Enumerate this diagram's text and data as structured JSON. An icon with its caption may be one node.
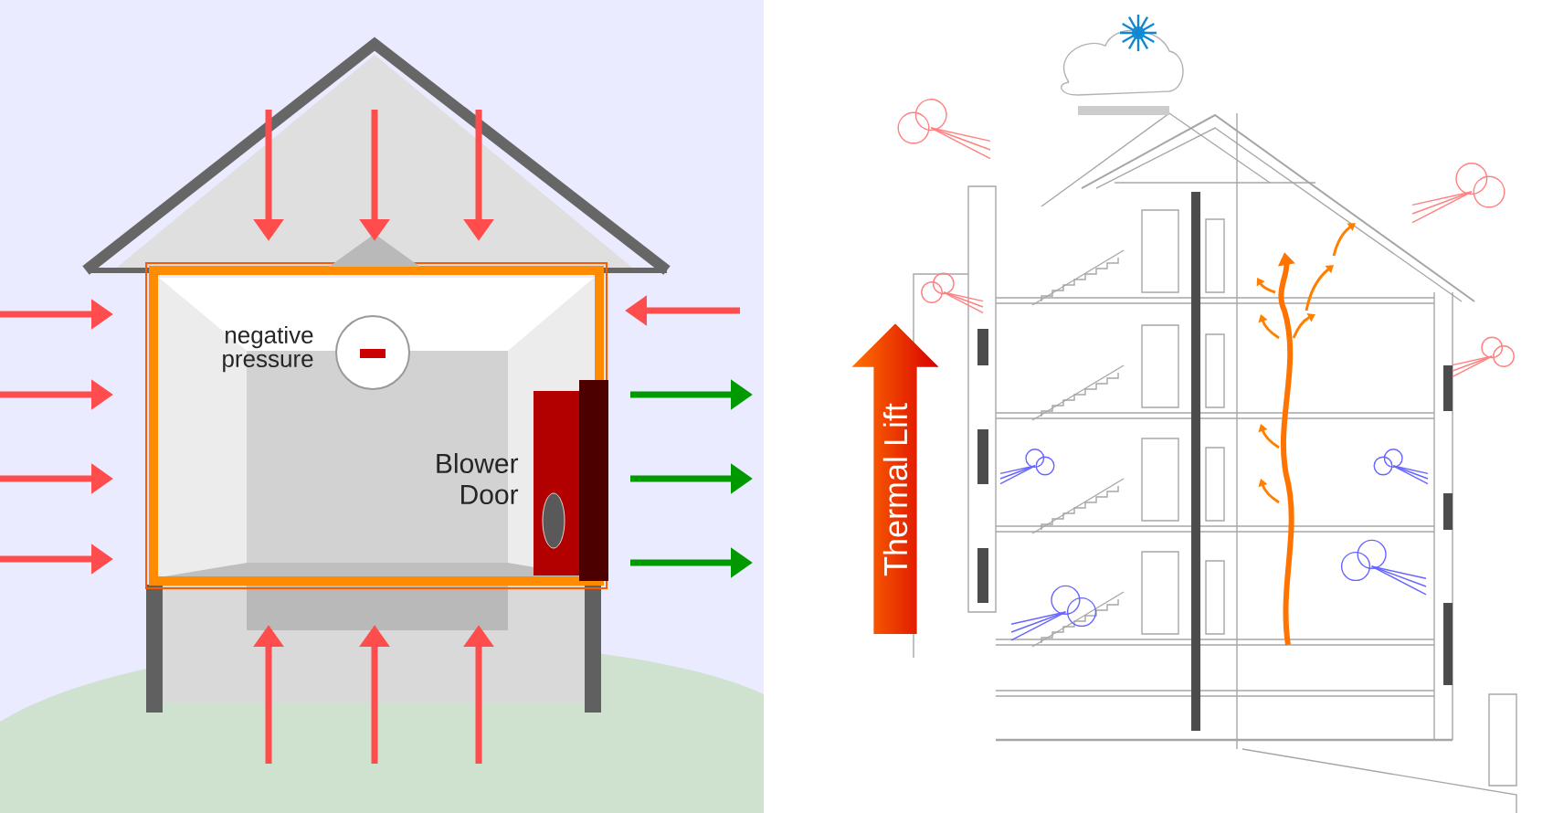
{
  "diagram": {
    "nodes": [
      {
        "text": [
          "Thermal Lift"
        ]
      }
    ],
    "labels": [
      "negative pressure",
      "Blower Door"
    ]
  }
}
